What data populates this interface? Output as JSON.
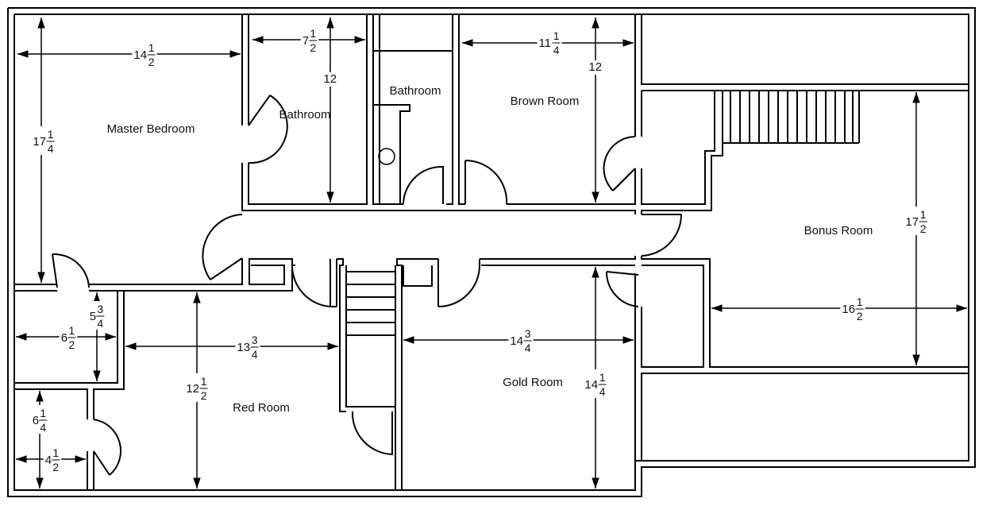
{
  "rooms": {
    "master_bedroom": "Master Bedroom",
    "bathroom_1": "Bathroom",
    "bathroom_2": "Bathroom",
    "brown_room": "Brown Room",
    "bonus_room": "Bonus Room",
    "red_room": "Red Room",
    "gold_room": "Gold Room"
  },
  "dimensions": {
    "master_width": {
      "whole": "14",
      "num": "1",
      "den": "2"
    },
    "master_length": {
      "whole": "17",
      "num": "1",
      "den": "4"
    },
    "bath1_width": {
      "whole": "7",
      "num": "1",
      "den": "2"
    },
    "bath1_length": {
      "whole": "12"
    },
    "brown_width": {
      "whole": "11",
      "num": "1",
      "den": "4"
    },
    "brown_length": {
      "whole": "12"
    },
    "bonus_length": {
      "whole": "17",
      "num": "1",
      "den": "2"
    },
    "bonus_width": {
      "whole": "16",
      "num": "1",
      "den": "2"
    },
    "closet_a_height": {
      "whole": "5",
      "num": "3",
      "den": "4"
    },
    "closet_a_width": {
      "whole": "6",
      "num": "1",
      "den": "2"
    },
    "closet_b_height": {
      "whole": "6",
      "num": "1",
      "den": "4"
    },
    "closet_b_width": {
      "whole": "4",
      "num": "1",
      "den": "2"
    },
    "red_width": {
      "whole": "13",
      "num": "3",
      "den": "4"
    },
    "red_length": {
      "whole": "12",
      "num": "1",
      "den": "2"
    },
    "gold_width": {
      "whole": "14",
      "num": "3",
      "den": "4"
    },
    "gold_length": {
      "whole": "14",
      "num": "1",
      "den": "4"
    }
  }
}
